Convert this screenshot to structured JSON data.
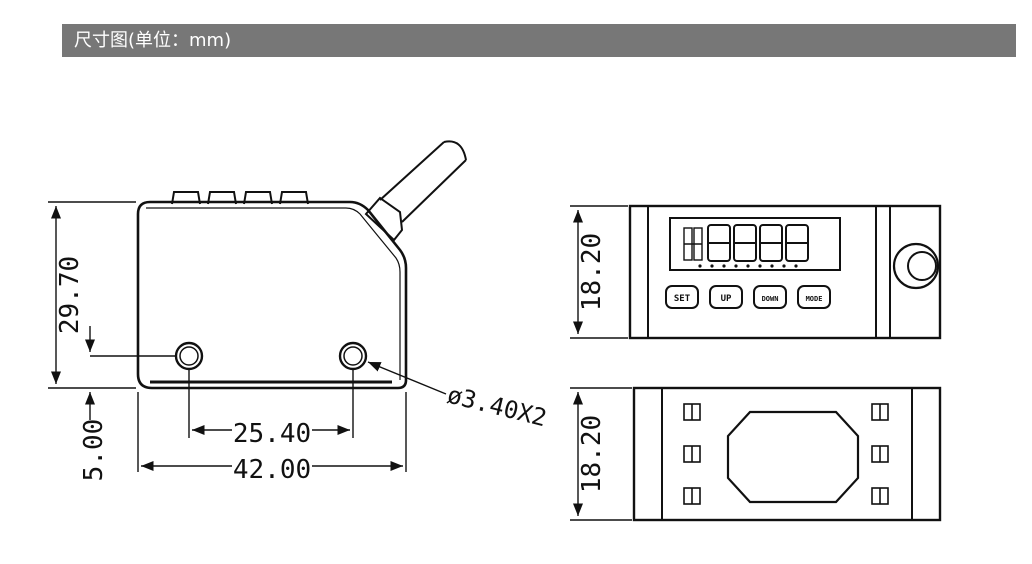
{
  "header": {
    "title": "尺寸图(单位：mm)",
    "bar_color": "#777777"
  },
  "diagram": {
    "front_view": {
      "height_dim": "29.70",
      "offset_dim": "5.00",
      "hole_spacing_dim": "25.40",
      "width_dim": "42.00",
      "hole_callout": "ø3.40X2"
    },
    "top_view": {
      "depth_dim": "18.20",
      "buttons": [
        "SET",
        "UP",
        "DOWN",
        "MODE"
      ],
      "display_digits": "8888"
    },
    "bottom_view": {
      "depth_dim": "18.20"
    }
  }
}
